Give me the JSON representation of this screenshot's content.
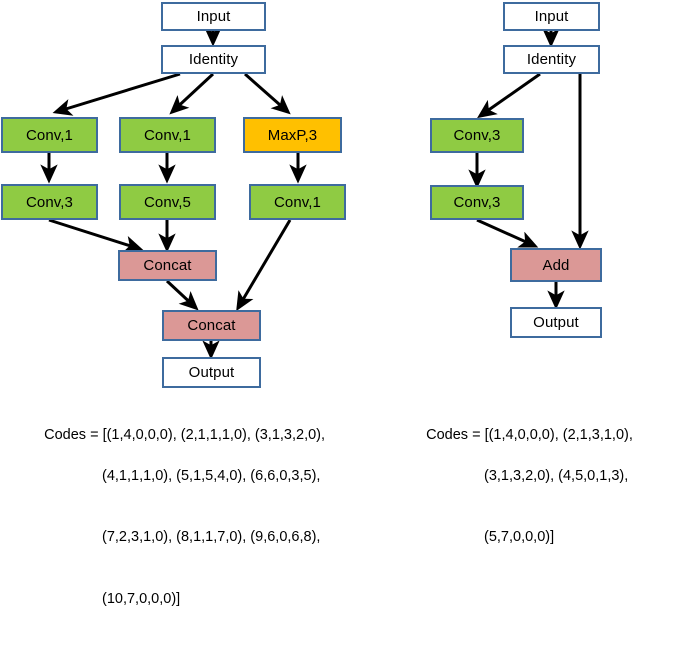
{
  "diagram": {
    "type": "neural-architecture-block-diagram",
    "palette": {
      "conv_green": "#8FCB43",
      "pool_orange": "#FFC000",
      "merge_rose": "#DB9896",
      "plain_white": "#FFFFFF",
      "border_blue": "#3E6B9E",
      "arrow_black": "#000000"
    },
    "left": {
      "name": "inception-like-block",
      "nodes": {
        "input": "Input",
        "identity": "Identity",
        "conv_a1": "Conv,1",
        "conv_b1": "Conv,1",
        "maxp_c": "MaxP,3",
        "conv_a2": "Conv,3",
        "conv_b2": "Conv,5",
        "conv_c2": "Conv,1",
        "concat1": "Concat",
        "concat2": "Concat",
        "output": "Output"
      },
      "codes_label": "Codes = ",
      "codes_lines": [
        "[(1,4,0,0,0), (2,1,1,1,0), (3,1,3,2,0),",
        "(4,1,1,1,0), (5,1,5,4,0), (6,6,0,3,5),",
        "(7,2,3,1,0), (8,1,1,7,0), (9,6,0,6,8),",
        "(10,7,0,0,0)]"
      ]
    },
    "right": {
      "name": "residual-block",
      "nodes": {
        "input": "Input",
        "identity": "Identity",
        "conv_1": "Conv,3",
        "conv_2": "Conv,3",
        "add": "Add",
        "output": "Output"
      },
      "codes_label": "Codes = ",
      "codes_lines": [
        "[(1,4,0,0,0), (2,1,3,1,0),",
        "(3,1,3,2,0), (4,5,0,1,3),",
        "(5,7,0,0,0)]"
      ]
    }
  }
}
